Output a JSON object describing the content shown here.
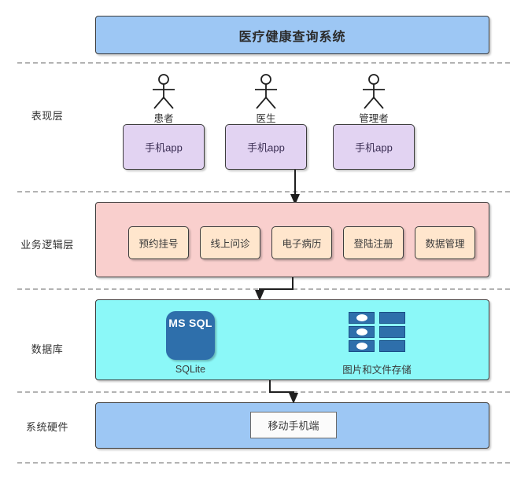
{
  "title": {
    "text": "医疗健康查询系统"
  },
  "layers": [
    {
      "name": "表现层"
    },
    {
      "name": "业务逻辑层"
    },
    {
      "name": "数据库"
    },
    {
      "name": "系统硬件"
    }
  ],
  "presentation": {
    "actors": [
      {
        "name": "患者",
        "app_label": "手机app"
      },
      {
        "name": "医生",
        "app_label": "手机app"
      },
      {
        "name": "管理者",
        "app_label": "手机app"
      }
    ]
  },
  "business_logic": {
    "modules": [
      {
        "label": "预约挂号"
      },
      {
        "label": "线上问诊"
      },
      {
        "label": "电子病历"
      },
      {
        "label": "登陆注册"
      },
      {
        "label": "数据管理"
      }
    ]
  },
  "database": {
    "items": [
      {
        "icon": "ms-sql-icon",
        "icon_text": "MS SQL",
        "caption": "SQLite"
      },
      {
        "icon": "file-storage-icon",
        "caption": "图片和文件存储"
      }
    ]
  },
  "hardware": {
    "terminal": {
      "label": "移动手机端"
    }
  },
  "colors": {
    "title_band": "#9dc7f4",
    "logic_band": "#f9cfcd",
    "database_band": "#8bf8f8",
    "hardware_band": "#9dc7f4",
    "app_box": "#e2d3f2",
    "module_box": "#ffe6cd",
    "sql_icon": "#2e6fab",
    "border": "#3d3d3d",
    "divider": "#b3b3b3"
  }
}
